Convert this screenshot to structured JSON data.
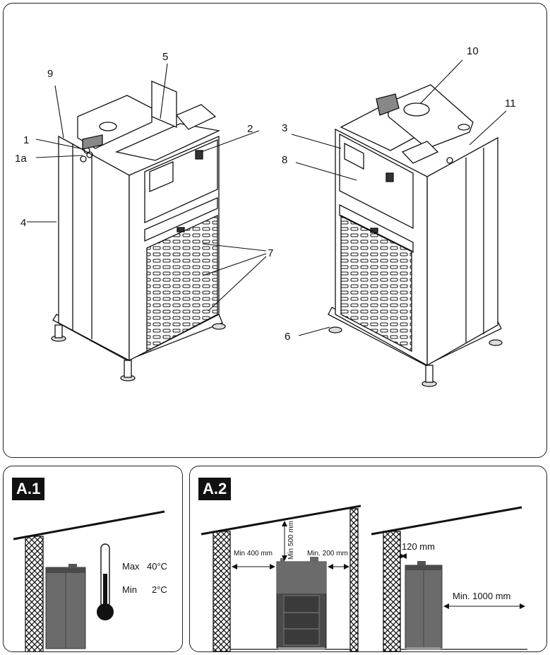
{
  "callouts": {
    "c1": "1",
    "c1a": "1a",
    "c2": "2",
    "c3": "3",
    "c4": "4",
    "c5": "5",
    "c6": "6",
    "c7": "7",
    "c8": "8",
    "c9": "9",
    "c10": "10",
    "c11": "11"
  },
  "a1": {
    "badge": "A.1",
    "max_label": "Max",
    "max_value": "40°C",
    "min_label": "Min",
    "min_value": "2°C"
  },
  "a2": {
    "badge": "A.2",
    "left_clearance": "Min 400 mm",
    "top_clearance": "Min 500 mm",
    "right_clearance": "Min. 200 mm",
    "back_clearance": "120 mm",
    "front_clearance": "Min. 1000 mm"
  },
  "colors": {
    "line": "#111111",
    "unit_dark": "#4a4a4a",
    "unit_mid": "#6b6b6b"
  }
}
